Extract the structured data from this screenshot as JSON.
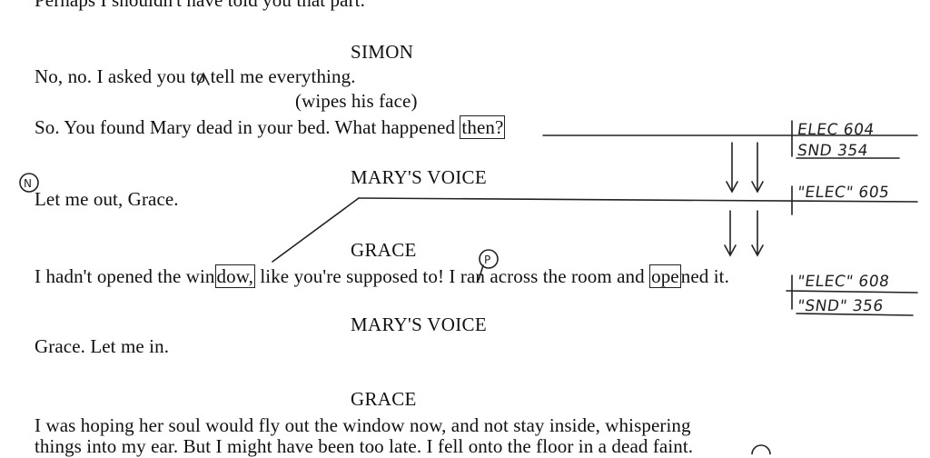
{
  "script": {
    "top_line": "Perhaps I shouldn't have told you that part.",
    "block1": {
      "character": "SIMON",
      "line1": "No, no. I asked you to tell me everything.",
      "direction": "(wipes his face)",
      "line2_before": "So. You found Mary dead in your bed. What happened ",
      "line2_boxed": "then?"
    },
    "block2": {
      "character": "MARY'S VOICE",
      "line": "Let me out, Grace."
    },
    "block3": {
      "character": "GRACE",
      "line_a": "I hadn't opened the win",
      "line_boxed1": "dow,",
      "line_b": " like you're supposed to! I ran across the room and ",
      "line_boxed2": "ope",
      "line_c": "ned it."
    },
    "block4": {
      "character": "MARY'S VOICE",
      "line": "Grace. Let me in."
    },
    "block5": {
      "character": "GRACE",
      "line1": "I was hoping her soul would fly out the window now, and not stay inside, whispering",
      "line2": "things into my ear. But I might have been too late. I fell onto the floor in a dead faint."
    }
  },
  "annotations": {
    "cue1_top": "ELEC 604",
    "cue1_bottom": "SND 354",
    "cue2": "\"ELEC\" 605",
    "cue3_top": "\"ELEC\" 608",
    "cue3_bottom": "\"SND\" 356",
    "circle_n": "N",
    "circle_p": "P"
  }
}
